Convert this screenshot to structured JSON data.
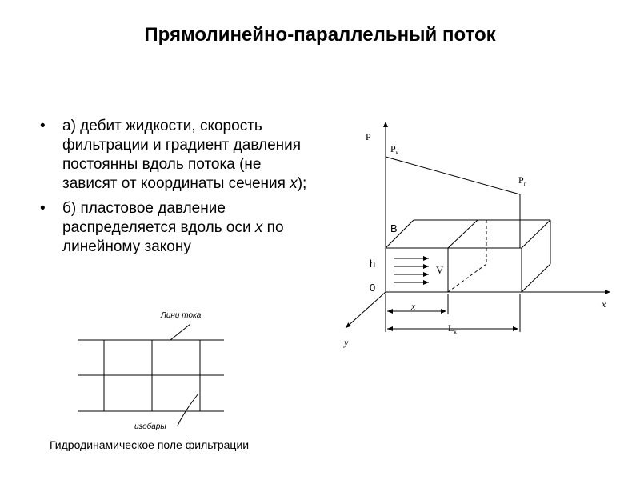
{
  "title": "Прямолинейно-параллельный поток",
  "bullets": [
    {
      "before": "а) дебит жидкости, скорость фильтрации и градиент давления постоянны вдоль потока (не зависят от координаты сечения ",
      "var": "x",
      "after": ");"
    },
    {
      "before": "б) пластовое давление распределяется вдоль оси ",
      "var": "x",
      "after": " по линейному закону"
    }
  ],
  "flow_field": {
    "streamlines_label": "Лини тока",
    "isobars_label": "изобары",
    "caption": "Гидродинамическое поле фильтрации"
  },
  "diagram": {
    "p_axis": "P",
    "pk_main": "P",
    "pk_sub": "к",
    "pg_main": "P",
    "pg_sub": "г",
    "b": "B",
    "h": "h",
    "v": "V",
    "origin": "0",
    "x_axis": "x",
    "y_axis": "y",
    "x_dim": "x",
    "lk_main": "L",
    "lk_sub": "к"
  }
}
